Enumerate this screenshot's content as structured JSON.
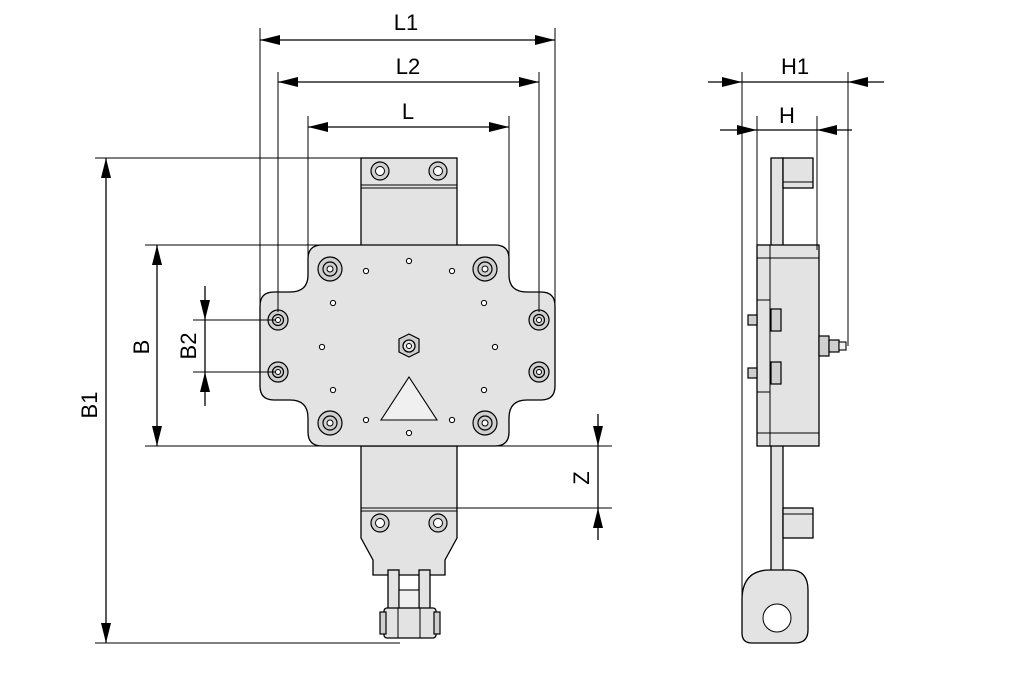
{
  "dimensions": {
    "L1": "L1",
    "L2": "L2",
    "L": "L",
    "B": "B",
    "B1": "B1",
    "B2": "B2",
    "Z": "Z",
    "H1": "H1",
    "H": "H"
  },
  "colors": {
    "part_fill": "#e3e3e3",
    "part_dark": "#cfcfcf",
    "line": "#000000"
  }
}
